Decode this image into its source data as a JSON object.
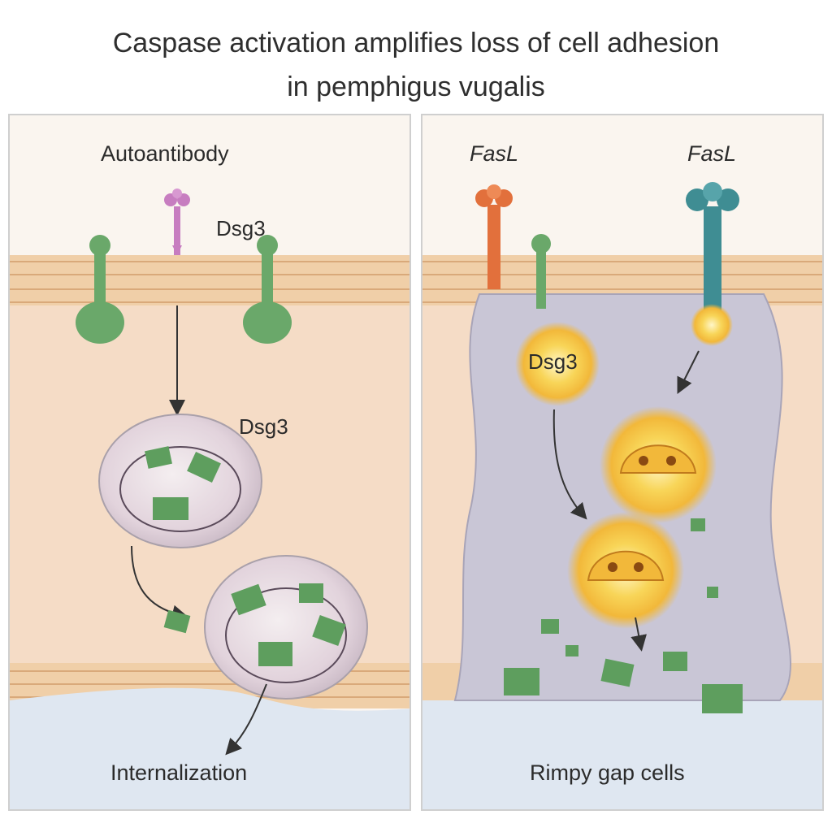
{
  "title": {
    "line1": "Caspase activation amplifies loss of cell adhesion",
    "line2": "in pemphigus vugalis"
  },
  "left_panel": {
    "top_label": "Autoantibody",
    "protein_label_1": "Dsg3",
    "protein_label_2": "Dsg3",
    "bottom_label": "Internalization"
  },
  "right_panel": {
    "ligand_label_1": "FasL",
    "ligand_label_2": "FasL",
    "protein_label": "Dsg3",
    "bottom_label": "Rimpy gap cells"
  },
  "colors": {
    "dsg3": "#6aa86a",
    "autoantibody": "#c77dc0",
    "fasl_orange": "#e2703c",
    "fasl_teal": "#3f8d93",
    "caspase_glow": "#f6c23c",
    "membrane": "#f0cfa8",
    "cytoplasm": "#f5dcc6",
    "gap": "#b9b9cf"
  },
  "icons": {
    "protein": "dsg3-protein-icon",
    "antibody": "autoantibody-icon",
    "ligand": "fasl-ligand-icon",
    "caspase": "caspase-icon",
    "vesicle": "endosome-icon"
  }
}
